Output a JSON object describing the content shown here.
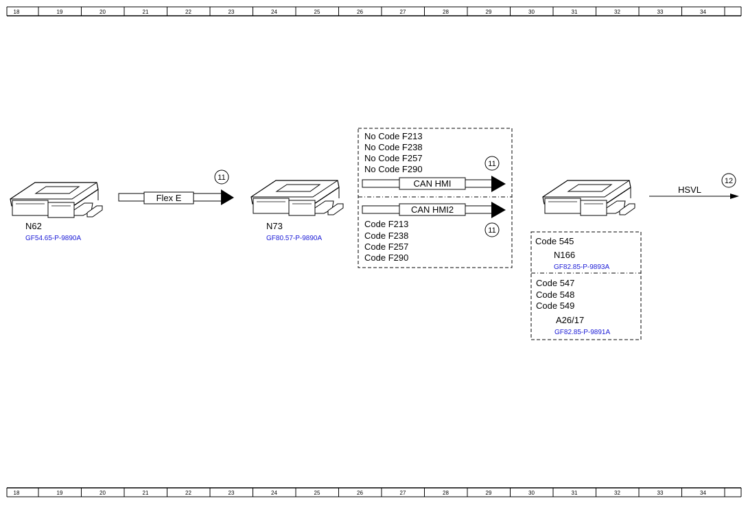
{
  "ruler": {
    "columns": [
      "18",
      "19",
      "20",
      "21",
      "22",
      "23",
      "24",
      "25",
      "26",
      "27",
      "28",
      "29",
      "30",
      "31",
      "32",
      "33",
      "34"
    ]
  },
  "modules": {
    "n62": {
      "name": "N62",
      "ref": "GF54.65-P-9890A"
    },
    "n73": {
      "name": "N73",
      "ref": "GF80.57-P-9890A"
    }
  },
  "connections": {
    "flex_e": {
      "label": "Flex E",
      "target": "11"
    },
    "can_hmi": {
      "label": "CAN HMI",
      "target": "11"
    },
    "can_hmi2": {
      "label": "CAN HMI2",
      "target": "11"
    },
    "hsvl": {
      "label": "HSVL",
      "target": "12"
    }
  },
  "variant_box": {
    "no_codes": [
      "No Code F213",
      "No Code F238",
      "No Code F257",
      "No Code F290"
    ],
    "codes": [
      "Code F213",
      "Code F238",
      "Code F257",
      "Code F290"
    ]
  },
  "right_box": {
    "upper": {
      "code": "Code 545",
      "name": "N166",
      "ref": "GF82.85-P-9893A"
    },
    "lower": {
      "codes": [
        "Code 547",
        "Code 548",
        "Code 549"
      ],
      "name": "A26/17",
      "ref": "GF82.85-P-9891A"
    }
  }
}
